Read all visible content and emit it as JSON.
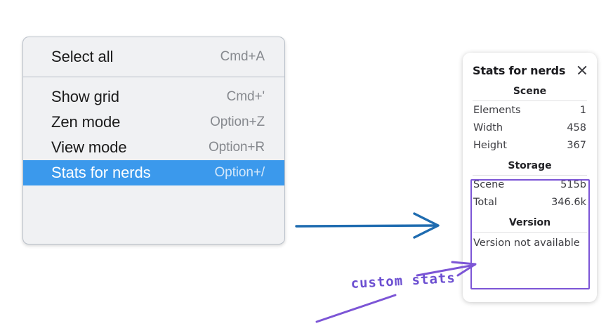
{
  "context_menu": {
    "groups": [
      {
        "items": [
          {
            "label": "Select all",
            "shortcut": "Cmd+A",
            "selected": false
          }
        ]
      },
      {
        "items": [
          {
            "label": "Show grid",
            "shortcut": "Cmd+'",
            "selected": false
          },
          {
            "label": "Zen mode",
            "shortcut": "Option+Z",
            "selected": false
          },
          {
            "label": "View mode",
            "shortcut": "Option+R",
            "selected": false
          },
          {
            "label": "Stats for nerds",
            "shortcut": "Option+/",
            "selected": true
          }
        ]
      }
    ],
    "highlight_color": "#3b99ec"
  },
  "stats_panel": {
    "title": "Stats for nerds",
    "close_icon": "close-icon",
    "sections": [
      {
        "heading": "Scene",
        "rows": [
          {
            "label": "Elements",
            "value": "1"
          },
          {
            "label": "Width",
            "value": "458"
          },
          {
            "label": "Height",
            "value": "367"
          }
        ]
      },
      {
        "heading": "Storage",
        "rows": [
          {
            "label": "Scene",
            "value": "515b"
          },
          {
            "label": "Total",
            "value": "346.6k"
          }
        ]
      },
      {
        "heading": "Version",
        "note": "Version not available"
      }
    ],
    "highlight_box_color": "#7c55d6"
  },
  "annotations": {
    "label": "custom stats",
    "label_color": "#6c4fd1",
    "blue_arrow_color": "#1f6cb0"
  }
}
